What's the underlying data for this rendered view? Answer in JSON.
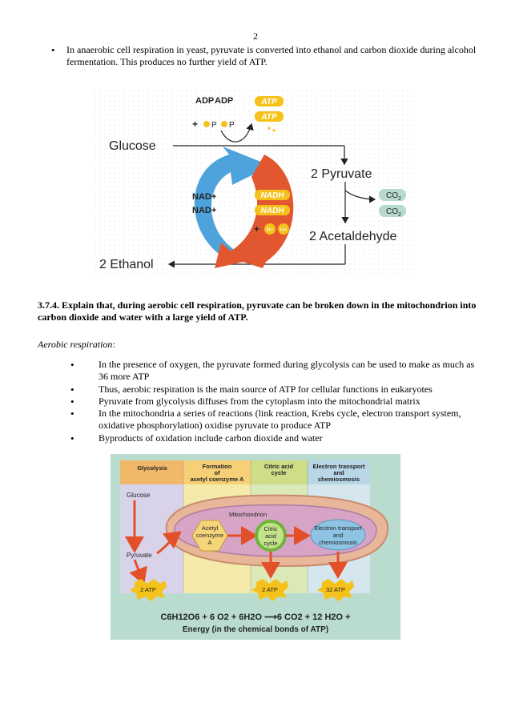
{
  "page_number": "2",
  "intro_bullet": "In anaerobic cell respiration in yeast, pyruvate is converted into ethanol and carbon dioxide during alcohol fermentation. This produces no further yield of ATP.",
  "fermentation_figure": {
    "adp1": "ADP",
    "adp2": "ADP",
    "pi_plus": "+",
    "pi1": "P",
    "pi2": "P",
    "atp1": "ATP",
    "atp2": "ATP",
    "glucose": "Glucose",
    "pyruvate": "2 Pyruvate",
    "nad1": "NAD+",
    "nad2": "NAD+",
    "nadh1": "NADH",
    "nadh2": "NADH",
    "h_plus": "+",
    "h1": "H+",
    "h2": "H+",
    "co2_1": "CO",
    "co2_2": "CO",
    "co2_sub": "2",
    "acetaldehyde": "2 Acetaldehyde",
    "ethanol": "2 Ethanol"
  },
  "heading": "3.7.4.   Explain that, during aerobic cell respiration, pyruvate can be broken down in the mitochondrion into carbon dioxide and water with a large yield of ATP.",
  "aerobic_label": "Aerobic respiration",
  "aerobic_label_colon": ":",
  "bullets": [
    "In the presence of oxygen, the pyruvate formed during glycolysis can be used to make as much as 36 more ATP",
    "Thus, aerobic respiration is the main source of ATP for cellular functions in eukaryotes",
    "Pyruvate from glycolysis diffuses from the cytoplasm into the mitochondrial matrix",
    "In the mitochondria a series of reactions (link reaction, Krebs cycle, electron transport system, oxidative phosphorylation) oxidise pyruvate to produce ATP",
    "Byproducts of oxidation include carbon dioxide and water"
  ],
  "aerobic_figure": {
    "col_glycolysis": "Glycolysis",
    "col_formation_1": "Formation",
    "col_formation_2": "of",
    "col_formation_3": "acetyl coenzyme A",
    "col_citric_1": "Citric acid",
    "col_citric_2": "cycle",
    "col_etc_1": "Electron transport",
    "col_etc_2": "and",
    "col_etc_3": "chemiosmosis",
    "glucose": "Glucose",
    "pyruvate": "Pyruvate",
    "mitochondrion": "Mitochondrion",
    "acetyl_1": "Acetyl",
    "acetyl_2": "coenzyme",
    "acetyl_3": "A",
    "citric_1": "Citric",
    "citric_2": "acid",
    "citric_3": "cycle",
    "etc_1": "Electron transport",
    "etc_2": "and",
    "etc_3": "chemiosmosis",
    "atp_a": "2 ATP",
    "atp_b": "2 ATP",
    "atp_c": "32 ATP",
    "equation_line1": "C6H12O6 + 6 O2 + 6H2O ⟶6 CO2 + 12 H2O +",
    "equation_line2": "Energy (in the chemical bonds of ATP)"
  },
  "colors": {
    "glycolysis_col": "#d9d3ea",
    "formation_col": "#f4ebab",
    "citric_col": "#dbe9b6",
    "etc_col": "#d6e6ee",
    "header_row": "#f2b86a",
    "frame": "#b9dccf",
    "arrow_red": "#e2502a",
    "atp_yellow": "#f5c21b"
  }
}
